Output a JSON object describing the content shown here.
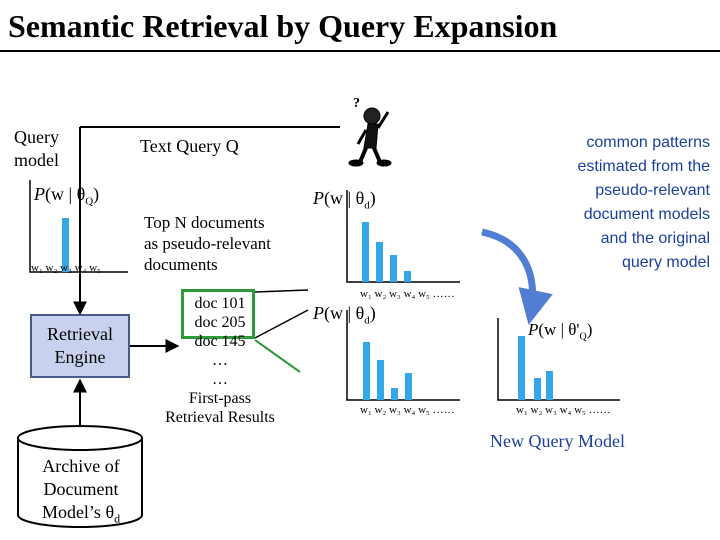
{
  "title": "Semantic Retrieval by Query Expansion",
  "query_model": {
    "label_line1": "Query",
    "label_line2": "model",
    "prob_main": "P",
    "prob_args": "(w | θ",
    "prob_sub": "Q",
    "prob_close": ")",
    "words": "w₁ w₂ w₃ w₄ w₅"
  },
  "text_query": "Text Query Q",
  "retrieval_engine": {
    "line1": "Retrieval",
    "line2": "Engine"
  },
  "archive": {
    "line1": "Archive of",
    "line2": "Document",
    "line3": "Model’s θ",
    "line3_sub": "d"
  },
  "top_n": {
    "line1": "Top N documents",
    "line2": "as pseudo-relevant",
    "line3": "documents"
  },
  "doc_list": {
    "items": [
      "doc 101",
      "doc 205",
      "doc 145"
    ],
    "ellipsis1": "…",
    "ellipsis2": "…",
    "caption_line1": "First-pass",
    "caption_line2": "Retrieval Results"
  },
  "doc_model_top": {
    "prob_main": "P",
    "prob_args": "(w | θ",
    "prob_sub": "d",
    "prob_close": ")",
    "words": "w₁ w₂ w₃ w₄ w₅ ……"
  },
  "doc_model_bottom": {
    "prob_main": "P",
    "prob_args": "(w | θ",
    "prob_sub": "d",
    "prob_close": ")",
    "words": "w₁ w₂ w₃ w₄ w₅ ……"
  },
  "common_patterns": {
    "line1": "common patterns",
    "line2": "estimated from the",
    "line3": "pseudo-relevant",
    "line4": "document models",
    "line5": "and the original",
    "line6": "query model"
  },
  "new_query_model": {
    "prob_main": "P",
    "prob_args": "(w | θ'",
    "prob_sub": "Q",
    "prob_close": ")",
    "words": "w₁ w₂ w₃ w₄ w₅ ……",
    "caption": "New Query Model"
  },
  "person_mark": "?",
  "colors": {
    "bar": "#33a7e8",
    "engine_fill": "#c8d2ef",
    "highlight": "#2f9a3a",
    "accent_text": "#1a3fa0",
    "curve": "#3f6fcf"
  }
}
